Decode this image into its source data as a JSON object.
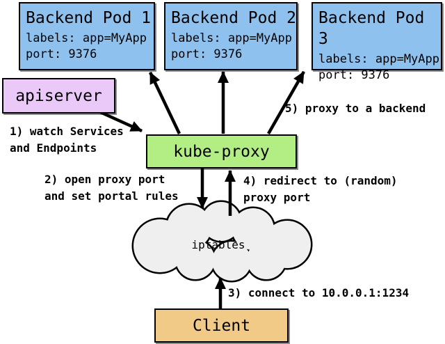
{
  "diagram": {
    "pods": [
      {
        "title": "Backend Pod 1",
        "labels_line": "labels: app=MyApp",
        "port_line": "port: 9376"
      },
      {
        "title": "Backend Pod 2",
        "labels_line": "labels: app=MyApp",
        "port_line": "port: 9376"
      },
      {
        "title": "Backend Pod 3",
        "labels_line": "labels: app=MyApp",
        "port_line": "port: 9376"
      }
    ],
    "apiserver": {
      "label": "apiserver"
    },
    "kube_proxy": {
      "label": "kube-proxy"
    },
    "iptables": {
      "label": "iptables"
    },
    "client": {
      "label": "Client"
    },
    "annotations": {
      "step1": "1) watch Services\nand Endpoints",
      "step2": "2) open proxy port\nand set portal rules",
      "step3": "3) connect to 10.0.0.1:1234",
      "step4": "4) redirect to (random)\nproxy port",
      "step5": "5) proxy to a backend"
    },
    "colors": {
      "pod_fill": "#8fc1ee",
      "apiserver_fill": "#eac8f8",
      "kube_proxy_fill": "#b3ee85",
      "client_fill": "#f0ca86",
      "cloud_fill": "#efefef",
      "border_and_arrows": "#000000"
    }
  }
}
